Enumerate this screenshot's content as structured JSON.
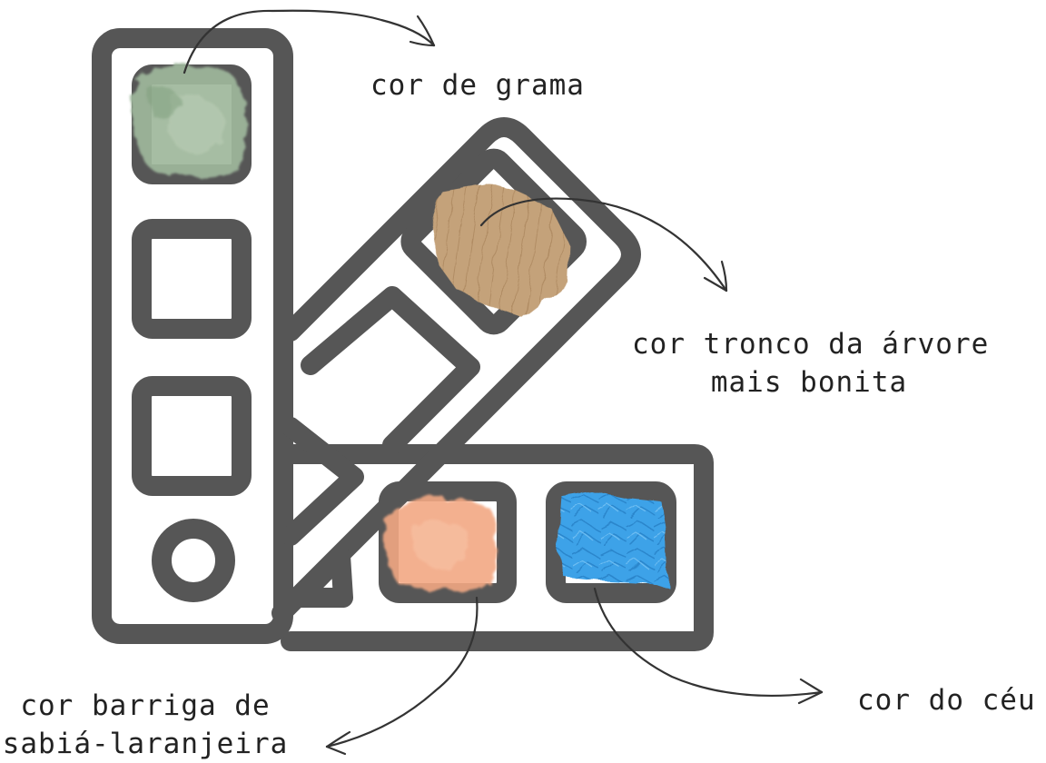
{
  "colors": {
    "outline": "#565656",
    "grass": "#9fb89c",
    "trunk": "#c4a27a",
    "belly": "#f2a883",
    "sky": "#3da2e8",
    "text": "#222222"
  },
  "swatches": [
    {
      "id": "grass",
      "label": "cor de grama",
      "color_key": "grass"
    },
    {
      "id": "trunk",
      "label_lines": [
        "cor tronco da árvore",
        "mais bonita"
      ],
      "color_key": "trunk"
    },
    {
      "id": "belly",
      "label_lines": [
        "cor barriga de",
        "sabiá-laranjeira"
      ],
      "color_key": "belly"
    },
    {
      "id": "sky",
      "label": "cor do céu",
      "color_key": "sky"
    }
  ],
  "icons": [
    "color-swatch-fan-icon",
    "arrow-icon"
  ]
}
